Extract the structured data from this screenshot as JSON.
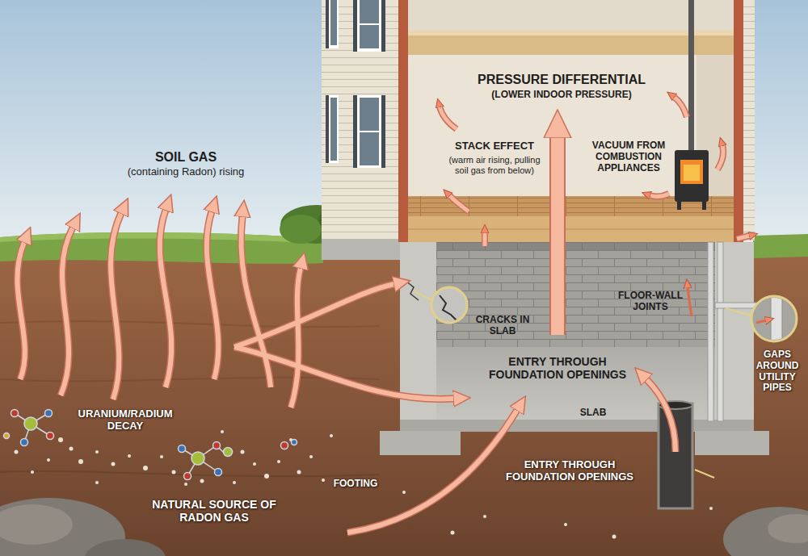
{
  "diagram": {
    "labels": [
      "SOIL GAS",
      "(containing Radon) rising",
      "PRESSURE DIFFERENTIAL",
      "(LOWER INDOOR PRESSURE)",
      "STACK EFFECT",
      "(warm air rising, pulling soil gas from below)",
      "VACUUM FROM COMBUSTION APPLIANCES",
      "CRACKS IN SLAB",
      "FLOOR-WALL JOINTS",
      "GAPS AROUND UTILITY PIPES",
      "ENTRY THROUGH FOUNDATION OPENINGS",
      "SLAB",
      "URANIUM/RADIUM DECAY",
      "NATURAL SOURCE OF RADON GAS",
      "FOOTING",
      "ENTRY THROUGH FOUNDATION OPENINGS"
    ]
  }
}
